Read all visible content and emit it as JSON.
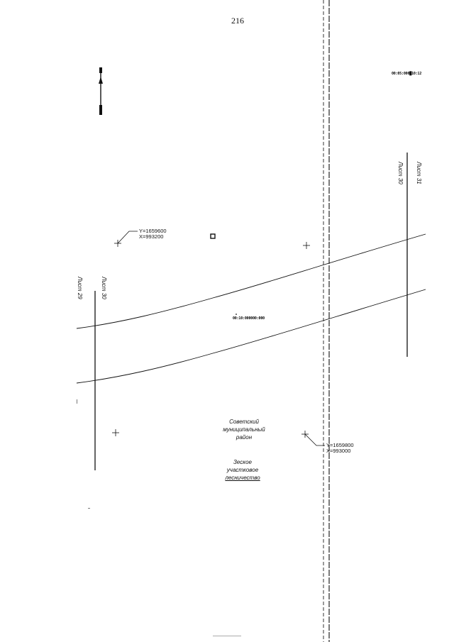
{
  "page": {
    "number": "216"
  },
  "parcel_labels": {
    "top_right": "00:05:000█10:12",
    "center": "00:10:000000:000"
  },
  "sheets": {
    "left_outer": "Лист 29",
    "left_inner": "Лист 30",
    "right_outer": "Лист 31",
    "right_inner": "Лист 30"
  },
  "coordinates": {
    "upper_left": {
      "y": "Y=1659600",
      "x": "X=993200"
    },
    "lower_right": {
      "y": "Y=1659800",
      "x": "X=993000"
    }
  },
  "district": {
    "line1": "Советский",
    "line2": "муниципальный",
    "line3": "район"
  },
  "forestry": {
    "line1": "Зеское",
    "line2": "участковое",
    "line3": "лесничество"
  },
  "colors": {
    "ink": "#111111",
    "background": "#ffffff"
  },
  "icons": [
    "north-arrow-icon",
    "grid-cross-icon",
    "small-square-marker-icon"
  ]
}
